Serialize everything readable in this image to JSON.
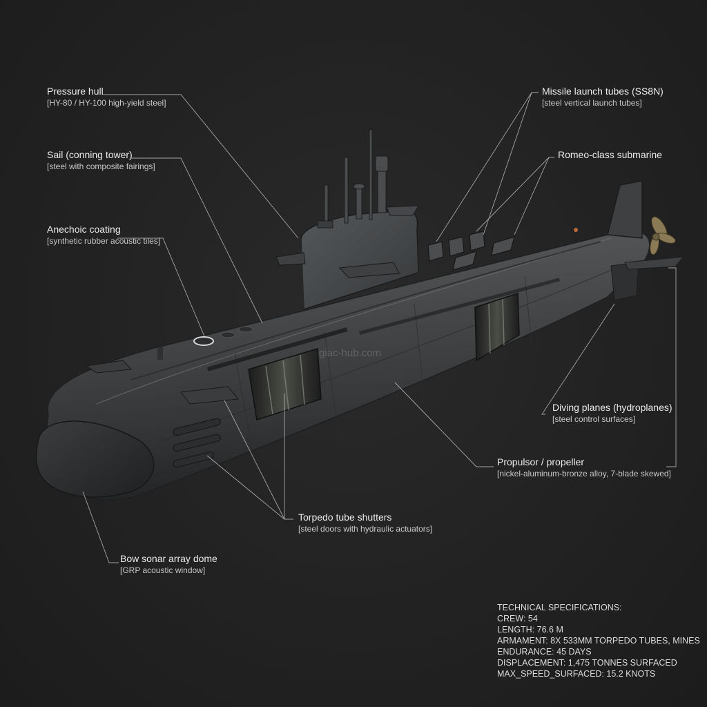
{
  "watermark": "giac-hub.com",
  "labels": {
    "pressure_hull": {
      "title": "Pressure hull",
      "sub": "[HY-80 / HY-100 high-yield steel]"
    },
    "sail": {
      "title": "Sail (conning tower)",
      "sub": "[steel with composite fairings]"
    },
    "anechoic": {
      "title": "Anechoic coating",
      "sub": "[synthetic rubber acoustic tiles]"
    },
    "missile_tubes": {
      "title": "Missile launch tubes (SS8N)",
      "sub": "[steel vertical launch tubes]"
    },
    "romeo": {
      "title": "Romeo-class submarine",
      "sub": ""
    },
    "diving_planes": {
      "title": "Diving planes (hydroplanes)",
      "sub": "[steel control surfaces]"
    },
    "propulsor": {
      "title": "Propulsor / propeller",
      "sub": "[nickel-aluminum-bronze alloy, 7-blade skewed]"
    },
    "torpedo_shutters": {
      "title": "Torpedo tube shutters",
      "sub": "[steel doors with hydraulic actuators]"
    },
    "bow_sonar": {
      "title": "Bow sonar array dome",
      "sub": "[GRP acoustic window]"
    }
  },
  "specs": {
    "heading": "TECHNICAL SPECIFICATIONS:",
    "lines": [
      "CREW: 54",
      "LENGTH: 76.6 M",
      "ARMAMENT: 8X 533MM TORPEDO TUBES, MINES",
      "ENDURANCE: 45 DAYS",
      "DISPLACEMENT: 1,475 TONNES SURFACED",
      "MAX_SPEED_SURFACED: 15.2 KNOTS"
    ]
  }
}
